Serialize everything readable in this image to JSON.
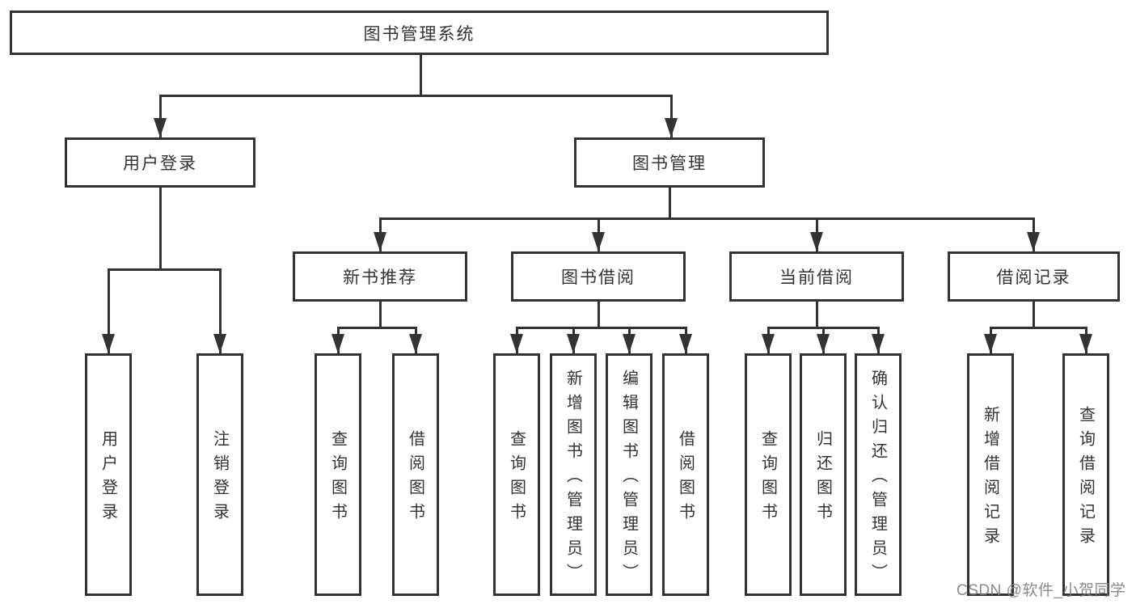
{
  "diagram": {
    "root": {
      "label": "图书管理系统"
    },
    "level1": [
      {
        "label": "用户登录"
      },
      {
        "label": "图书管理"
      }
    ],
    "level2": [
      {
        "label": "新书推荐"
      },
      {
        "label": "图书借阅"
      },
      {
        "label": "当前借阅"
      },
      {
        "label": "借阅记录"
      }
    ],
    "leaves": {
      "user_login": [
        {
          "label": "用户登录"
        },
        {
          "label": "注销登录"
        }
      ],
      "new_book_recommend": [
        {
          "label": "查询图书"
        },
        {
          "label": "借阅图书"
        }
      ],
      "book_borrowing": [
        {
          "label": "查询图书"
        },
        {
          "label": "新增图书（管理员）"
        },
        {
          "label": "编辑图书（管理员）"
        },
        {
          "label": "借阅图书"
        }
      ],
      "current_borrowing": [
        {
          "label": "查询图书"
        },
        {
          "label": "归还图书"
        },
        {
          "label": "确认归还（管理员）"
        }
      ],
      "borrowing_records": [
        {
          "label": "新增借阅记录"
        },
        {
          "label": "查询借阅记录"
        }
      ]
    }
  },
  "watermark": {
    "text": "CSDN @软件_小贺同学"
  },
  "colors": {
    "line": "#333333",
    "box_border": "#333333",
    "text": "#333333",
    "watermark": "#7d7d82",
    "background": "#ffffff"
  }
}
